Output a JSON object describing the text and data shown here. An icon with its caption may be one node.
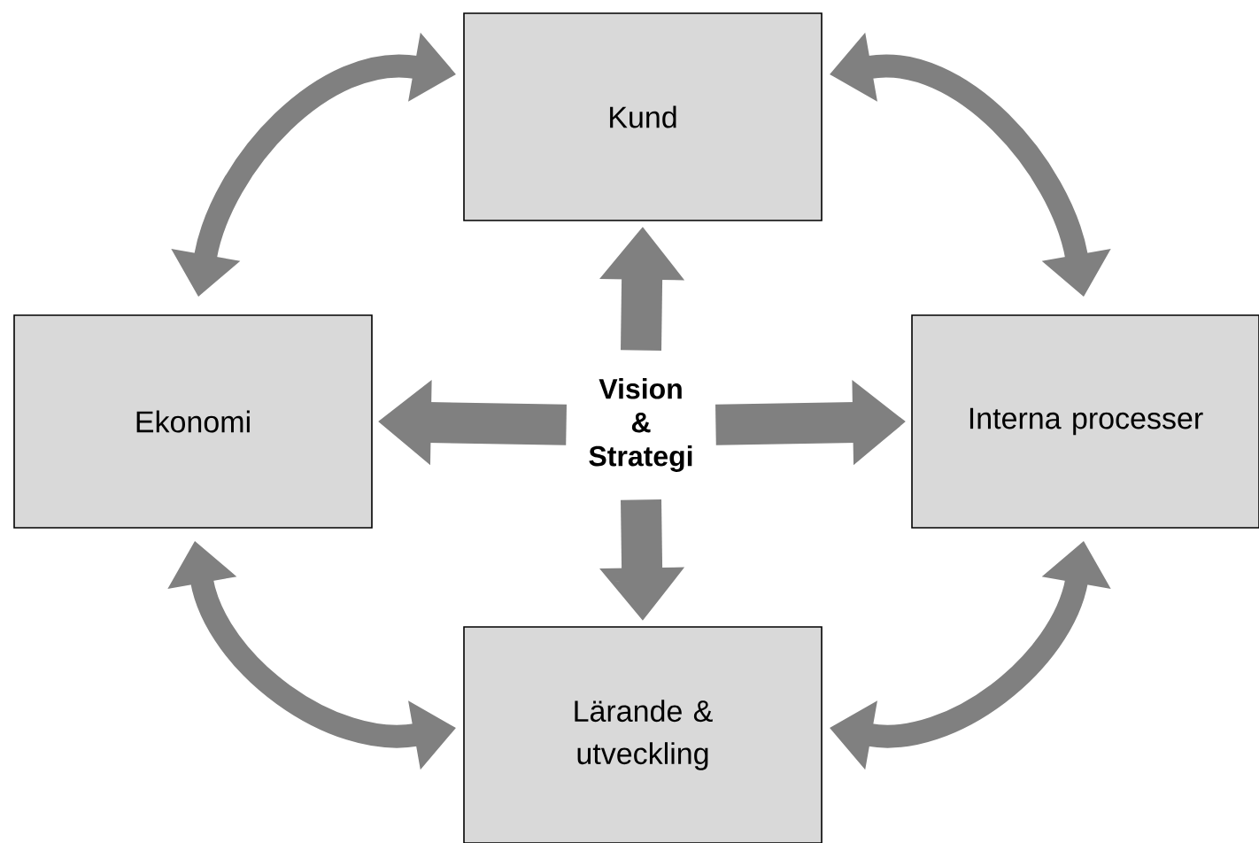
{
  "diagram": {
    "nodes": [
      {
        "text": [
          "Kund"
        ]
      },
      {
        "text": [
          "Ekonomi"
        ]
      },
      {
        "text": [
          "Vision & Strategi"
        ]
      },
      {
        "text": [
          "Interna processer"
        ]
      },
      {
        "text": [
          "Lärande & utveckling"
        ]
      }
    ],
    "edges": [
      {
        "from": 2,
        "to": 0,
        "arrow": "to"
      },
      {
        "from": 2,
        "to": 1,
        "arrow": "to"
      },
      {
        "from": 2,
        "to": 3,
        "arrow": "to"
      },
      {
        "from": 2,
        "to": 4,
        "arrow": "to"
      },
      {
        "from": 0,
        "to": 1,
        "arrow": "both"
      },
      {
        "from": 0,
        "to": 3,
        "arrow": "both"
      },
      {
        "from": 1,
        "to": 4,
        "arrow": "both"
      },
      {
        "from": 3,
        "to": 4,
        "arrow": "both"
      }
    ]
  }
}
